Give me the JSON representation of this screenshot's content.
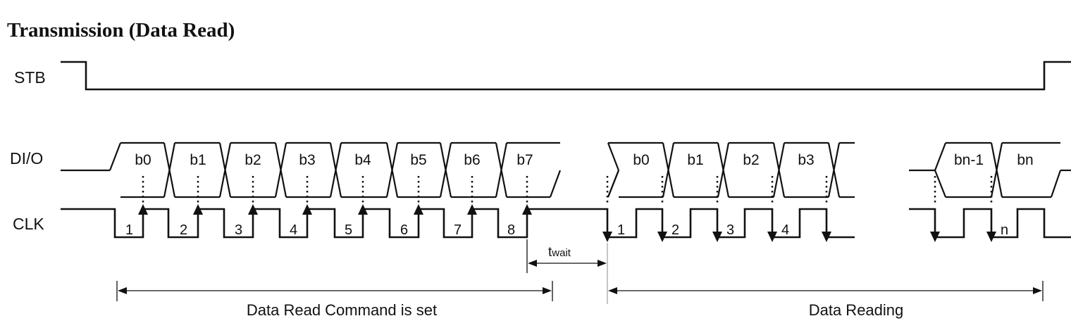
{
  "title": "Transmission (Data Read)",
  "signals": {
    "stb": "STB",
    "dio": "DI/O",
    "clk": "CLK"
  },
  "write_bits": [
    "b0",
    "b1",
    "b2",
    "b3",
    "b4",
    "b5",
    "b6",
    "b7"
  ],
  "read_bits": [
    "b0",
    "b1",
    "b2",
    "b3"
  ],
  "tail_bits": [
    "bn-1",
    "bn"
  ],
  "write_clock_numbers": [
    "1",
    "2",
    "3",
    "4",
    "5",
    "6",
    "7",
    "8"
  ],
  "read_clock_numbers": [
    "1",
    "2",
    "3",
    "4"
  ],
  "tail_clock_number": "n",
  "twait": {
    "main": "t",
    "sub": "wait"
  },
  "phases": {
    "command": "Data Read Command is set",
    "reading": "Data Reading"
  }
}
